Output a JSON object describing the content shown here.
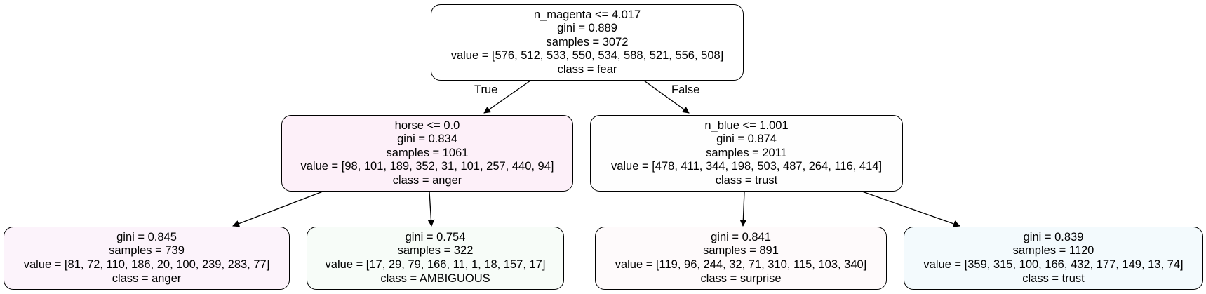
{
  "tree": {
    "root": {
      "condition": "n_magenta <= 4.017",
      "gini": "gini = 0.889",
      "samples": "samples = 3072",
      "value": "value = [576, 512, 533, 550, 534, 588, 521, 556, 508]",
      "class": "class = fear",
      "fill": "#ffffff"
    },
    "left": {
      "condition": "horse <= 0.0",
      "gini": "gini = 0.834",
      "samples": "samples = 1061",
      "value": "value = [98, 101, 189, 352, 31, 101, 257, 440, 94]",
      "class": "class = anger",
      "fill": "#fdf0f9"
    },
    "right": {
      "condition": "n_blue <= 1.001",
      "gini": "gini = 0.874",
      "samples": "samples = 2011",
      "value": "value = [478, 411, 344, 198, 503, 487, 264, 116, 414]",
      "class": "class = trust",
      "fill": "#fefefe"
    },
    "left_left": {
      "gini": "gini = 0.845",
      "samples": "samples = 739",
      "value": "value = [81, 72, 110, 186, 20, 100, 239, 283, 77]",
      "class": "class = anger",
      "fill": "#fcf3fb"
    },
    "left_right": {
      "gini": "gini = 0.754",
      "samples": "samples = 322",
      "value": "value = [17, 29, 79, 166, 11, 1, 18, 157, 17]",
      "class": "class = AMBIGUOUS",
      "fill": "#f7fcf8"
    },
    "right_left": {
      "gini": "gini = 0.841",
      "samples": "samples = 891",
      "value": "value = [119, 96, 244, 32, 71, 310, 115, 103, 340]",
      "class": "class = surprise",
      "fill": "#fefafb"
    },
    "right_right": {
      "gini": "gini = 0.839",
      "samples": "samples = 1120",
      "value": "value = [359, 315, 100, 166, 432, 177, 149, 13, 74]",
      "class": "class = trust",
      "fill": "#f3fafd"
    }
  },
  "edges": {
    "true_label": "True",
    "false_label": "False"
  }
}
